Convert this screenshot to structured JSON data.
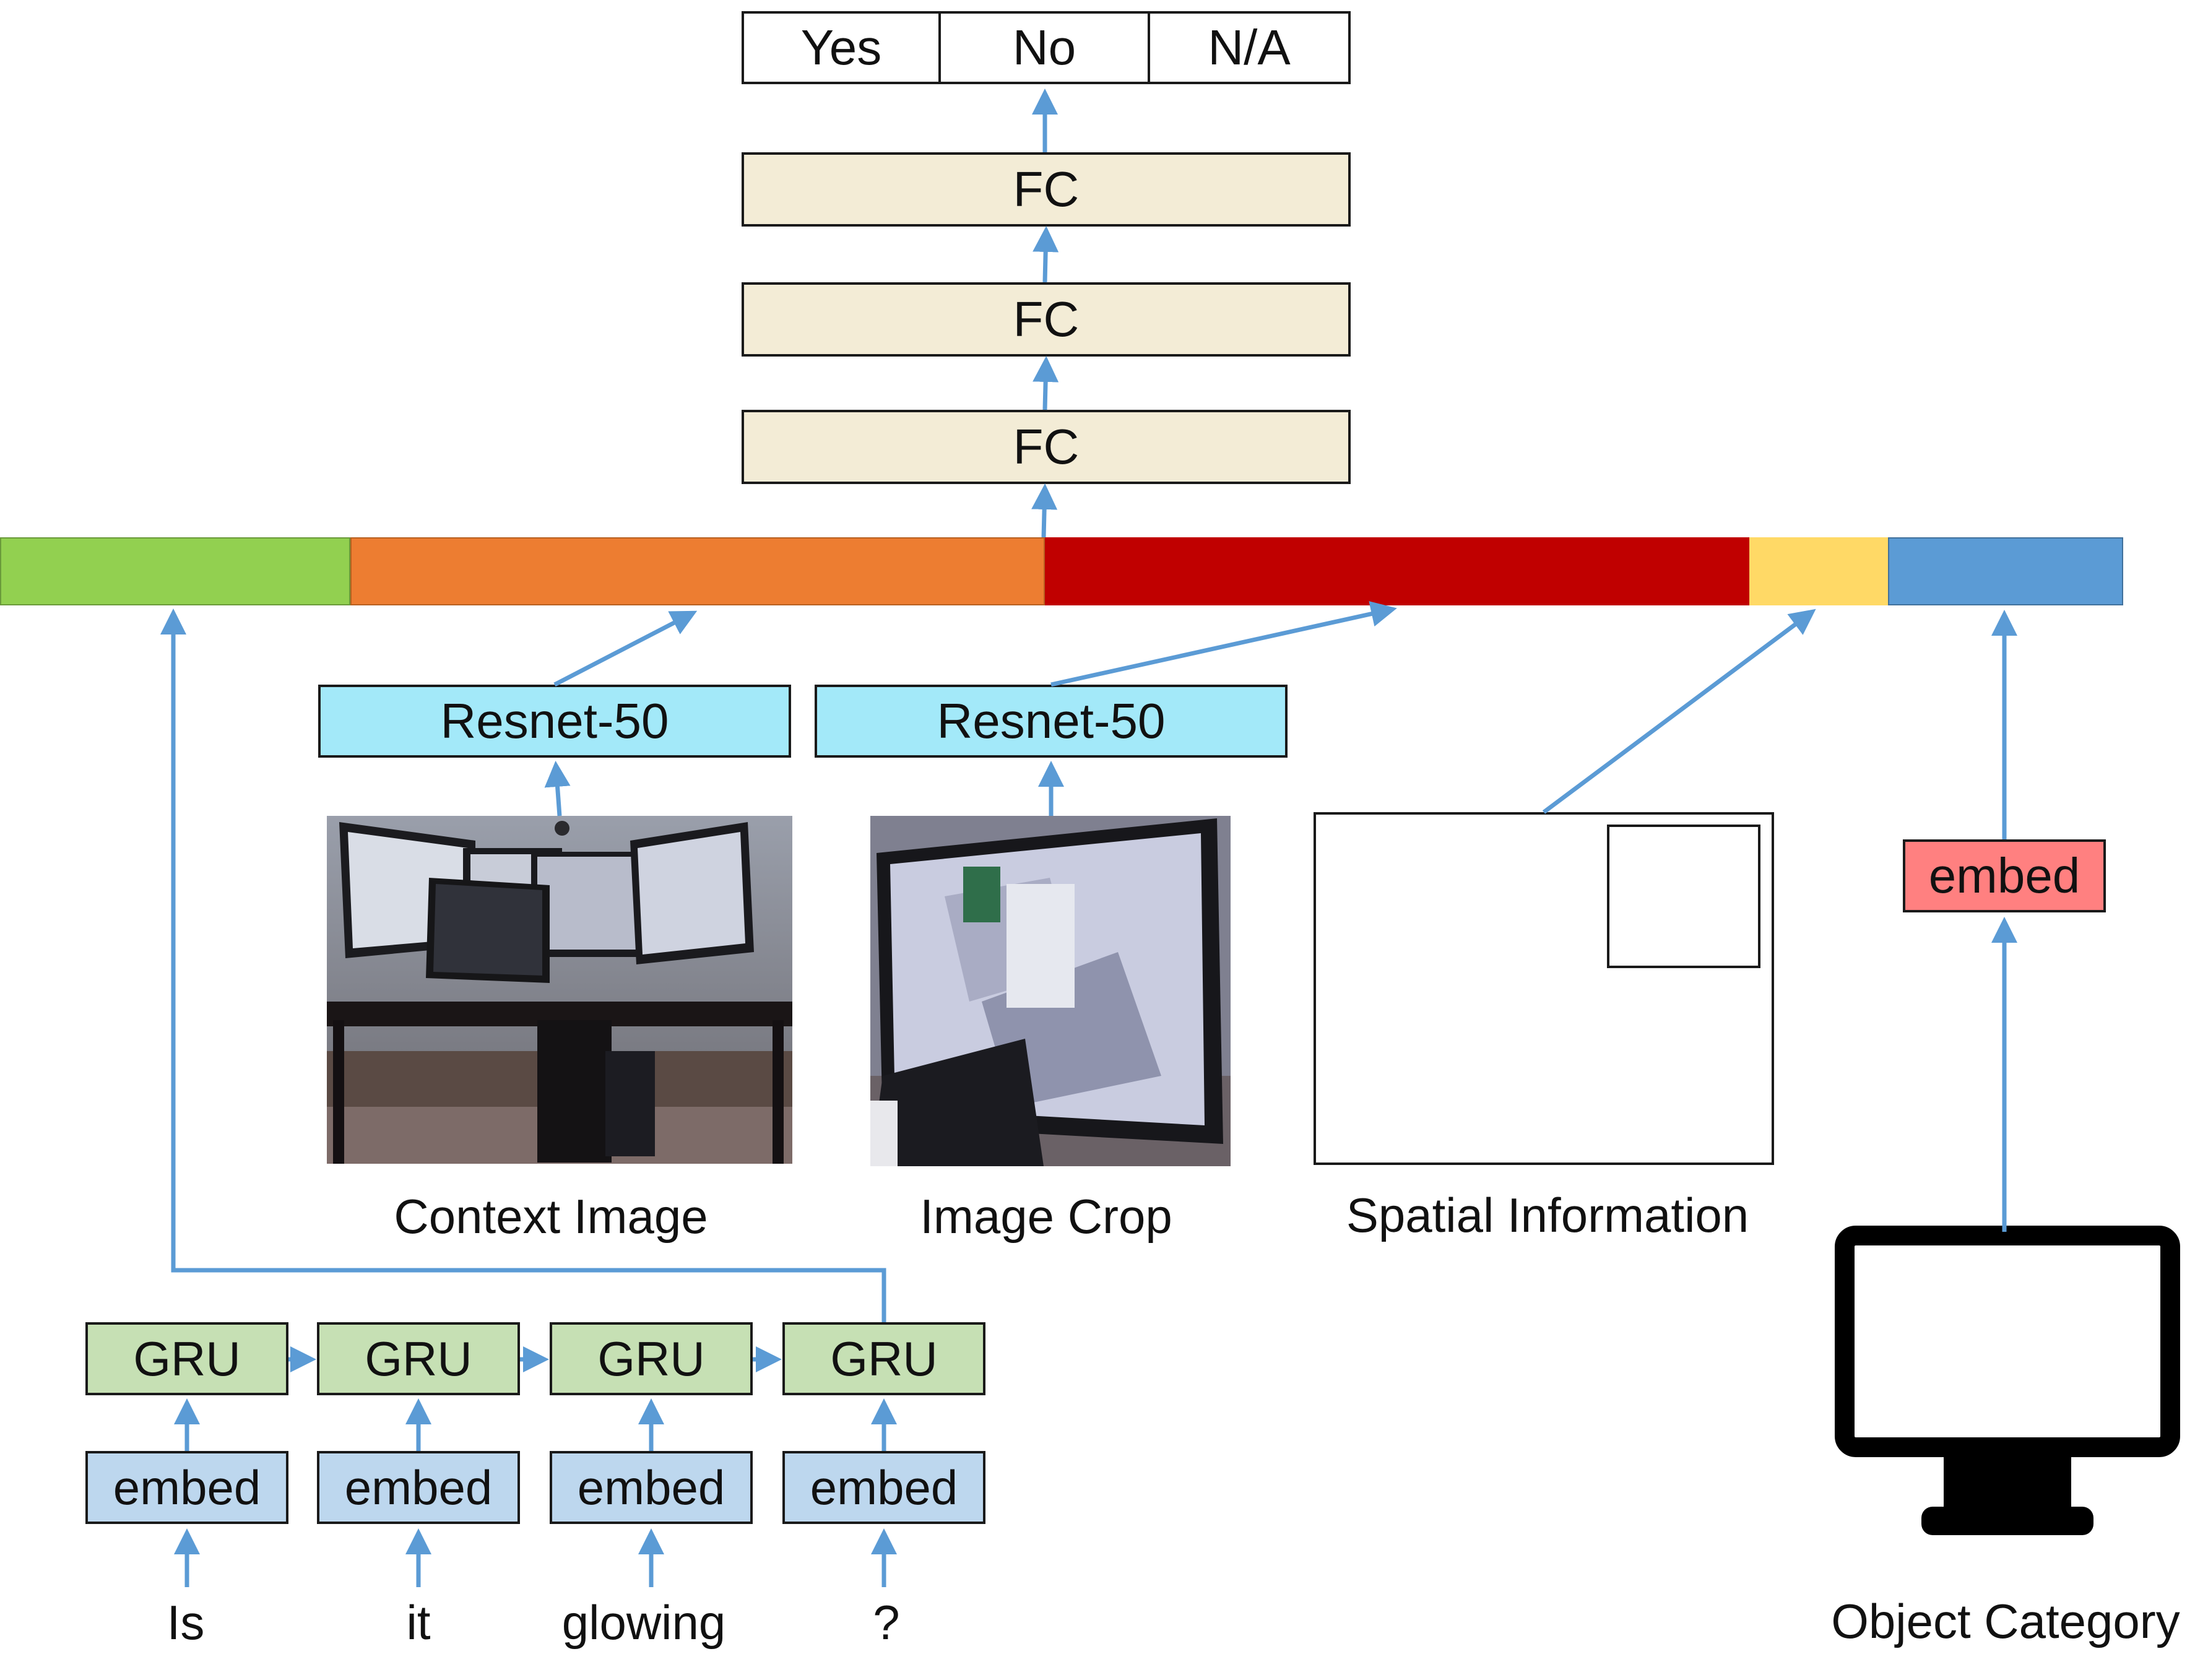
{
  "output": {
    "labels": [
      "Yes",
      "No",
      "N/A"
    ]
  },
  "classifier": {
    "layers": [
      "FC",
      "FC",
      "FC"
    ]
  },
  "feature_vector": {
    "segment_colors": [
      "#92d050",
      "#ed7d31",
      "#c00000",
      "#ffd966",
      "#5b9bd5"
    ]
  },
  "cnn": {
    "context_label": "Resnet-50",
    "crop_label": "Resnet-50"
  },
  "inputs": {
    "context_image_caption": "Context Image",
    "image_crop_caption": "Image Crop",
    "spatial_caption": "Spatial Information",
    "object_category_caption": "Object Category",
    "category_embed_label": "embed"
  },
  "question": {
    "gru_label": "GRU",
    "embed_label": "embed",
    "tokens": [
      "Is",
      "it",
      "glowing",
      "?"
    ]
  },
  "colors": {
    "arrow": "#5b9bd5",
    "fc_fill": "#f3ecd6",
    "resnet_fill": "#a3e9f9",
    "gru_fill": "#c6e0b4",
    "word_embed_fill": "#bdd7ee",
    "category_embed_fill": "#ff8080"
  },
  "icons": {
    "object_category_icon": "monitor-icon"
  }
}
